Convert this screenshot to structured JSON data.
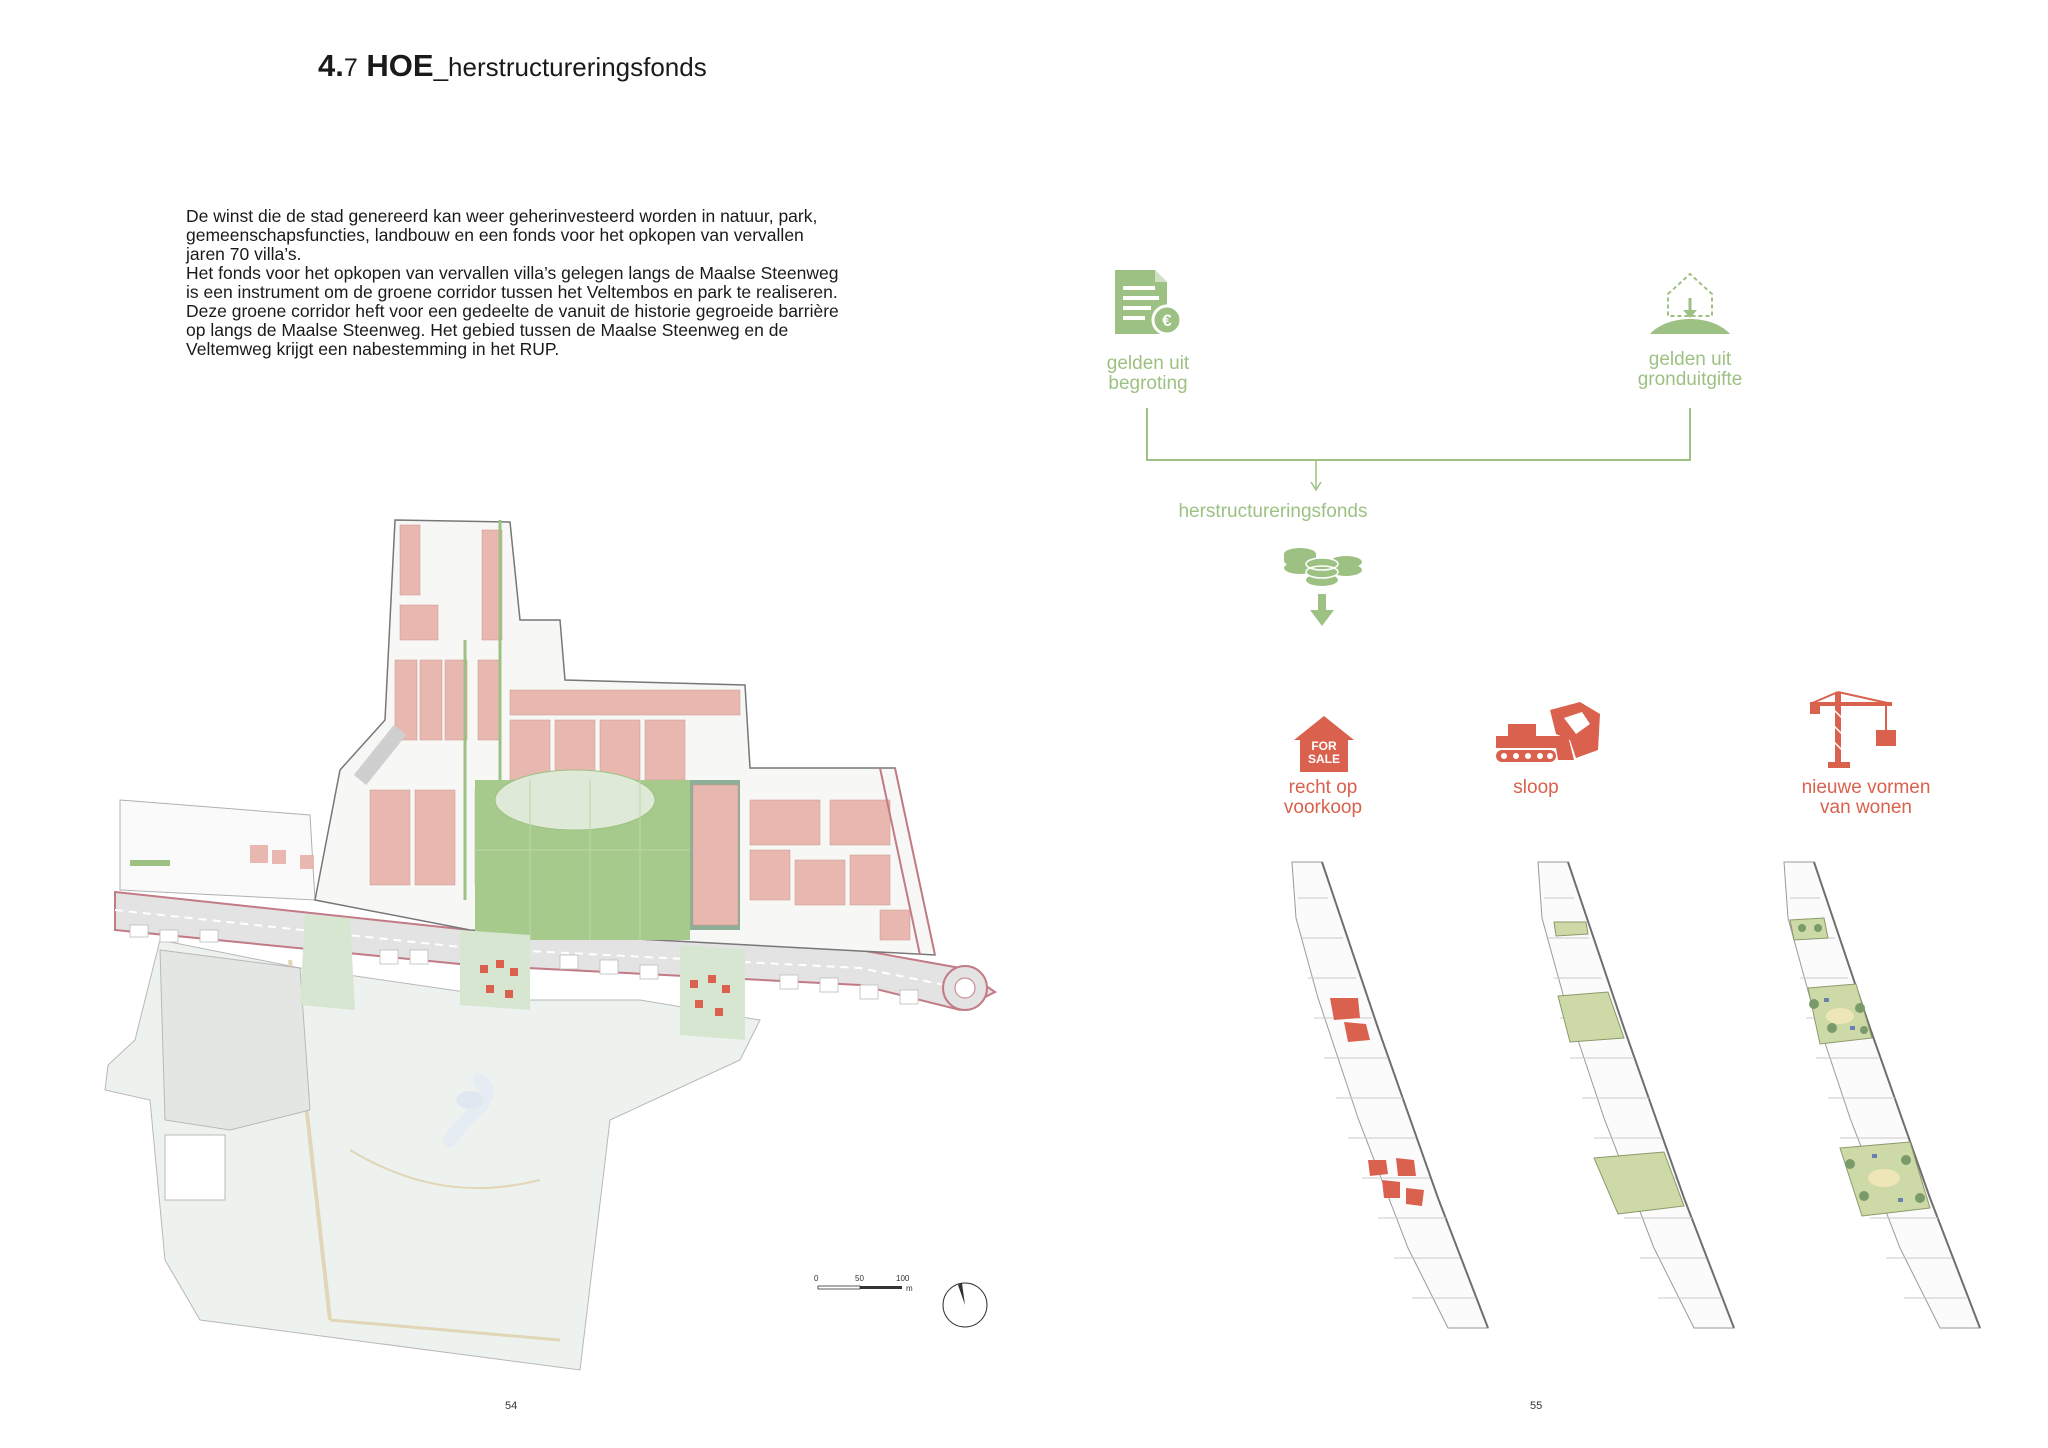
{
  "header": {
    "number": "4.",
    "subnumber": "7",
    "keyword": "HOE",
    "rest": "_herstructureringsfonds"
  },
  "body": {
    "paragraph1": "De winst die de stad genereerd kan weer geherinvesteerd worden in natuur, park, gemeenschapsfuncties, landbouw en een fonds voor het opkopen van vervallen jaren 70 villa’s.",
    "paragraph2": "Het fonds voor het opkopen van vervallen villa’s gelegen langs de Maalse Steenweg is een instrument om de groene corridor tussen het Veltembos en park te realiseren. Deze groene corridor heft voor een gedeelte de vanuit de historie gegroeide barrière op langs de Maalse Steenweg. Het gebied tussen de Maalse Steenweg en de Veltemweg krijgt een nabestemming in het RUP."
  },
  "diagram": {
    "source_left": {
      "label_line1": "gelden uit",
      "label_line2": "begroting",
      "icon": "budget-document-euro-icon"
    },
    "source_right": {
      "label_line1": "gelden uit",
      "label_line2": "gronduitgifte",
      "icon": "land-house-icon"
    },
    "fund": {
      "label": "herstructureringsfonds",
      "icon": "coins-stack-icon"
    },
    "actions": [
      {
        "label_line1": "recht op",
        "label_line2": "voorkoop",
        "icon": "for-sale-house-icon",
        "icon_text_1": "FOR",
        "icon_text_2": "SALE"
      },
      {
        "label_line1": "sloop",
        "label_line2": "",
        "icon": "bulldozer-icon"
      },
      {
        "label_line1": "nieuwe vormen",
        "label_line2": "van wonen",
        "icon": "construction-crane-icon"
      }
    ],
    "colors": {
      "green": "#9dc183",
      "red": "#d9614d"
    }
  },
  "map": {
    "scale": {
      "zero": "0",
      "mid": "50",
      "max": "100",
      "unit": "m"
    }
  },
  "pages": {
    "left": "54",
    "right": "55"
  }
}
